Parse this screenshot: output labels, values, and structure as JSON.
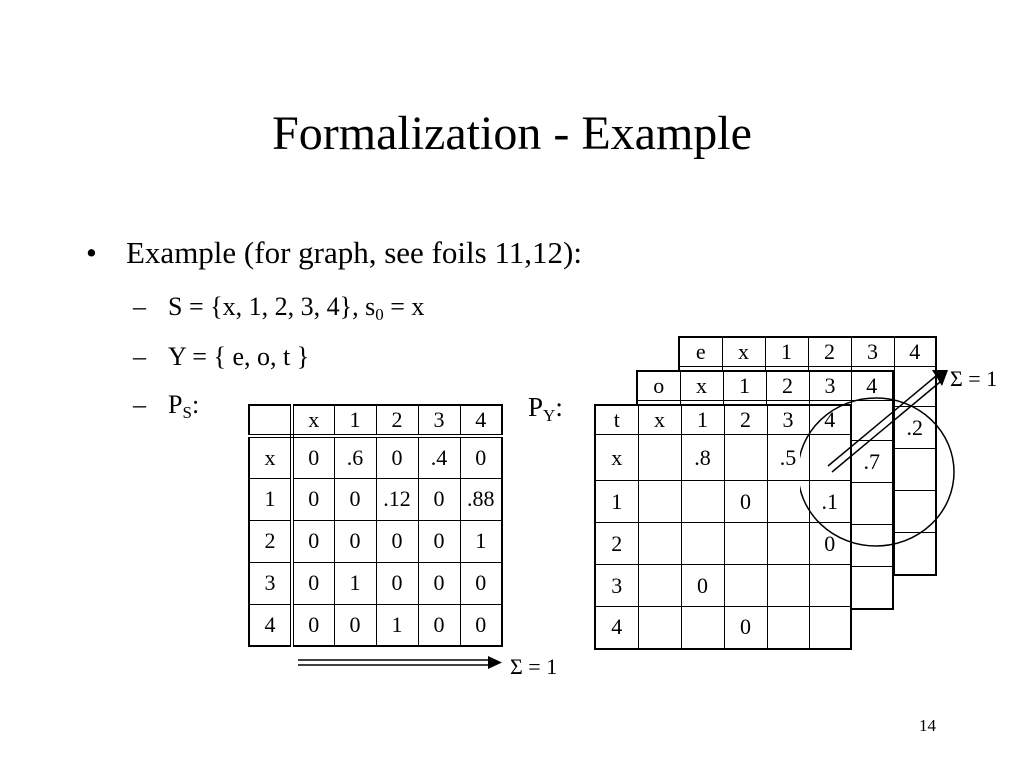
{
  "title": "Formalization - Example",
  "bullet": {
    "symbol": "•",
    "text": "Example (for graph, see foils 11,12):"
  },
  "sub_bullets": {
    "dash": "–",
    "s_line": {
      "prefix": "S = {x, 1, 2, 3, 4}, s",
      "subscript": "0",
      "suffix": " = x"
    },
    "y_line": "Y = { e, o, t }",
    "ps_line": {
      "letter": "P",
      "subscript": "S",
      "suffix": ":"
    }
  },
  "py_label": {
    "letter": "P",
    "subscript": "Y",
    "suffix": ":"
  },
  "ps_table": {
    "header": [
      "",
      "x",
      "1",
      "2",
      "3",
      "4"
    ],
    "rows": [
      [
        "x",
        "0",
        ".6",
        "0",
        ".4",
        "0"
      ],
      [
        "1",
        "0",
        "0",
        ".12",
        "0",
        ".88"
      ],
      [
        "2",
        "0",
        "0",
        "0",
        "0",
        "1"
      ],
      [
        "3",
        "0",
        "1",
        "0",
        "0",
        "0"
      ],
      [
        "4",
        "0",
        "0",
        "1",
        "0",
        "0"
      ]
    ]
  },
  "py_tables": {
    "e": {
      "corner": "e",
      "header": [
        "x",
        "1",
        "2",
        "3",
        "4"
      ],
      "values": [
        ".2"
      ]
    },
    "o": {
      "corner": "o",
      "header": [
        "x",
        "1",
        "2",
        "3",
        "4"
      ],
      "values": [
        ".7"
      ]
    },
    "t": {
      "corner": "t",
      "header": [
        "x",
        "1",
        "2",
        "3",
        "4"
      ],
      "row_labels": [
        "x",
        "1",
        "2",
        "3",
        "4"
      ],
      "values": [
        ".8",
        ".5",
        "0",
        ".1",
        "0",
        "0",
        "0"
      ]
    }
  },
  "sum_labels": {
    "rows": "Σ = 1",
    "layers": "Σ = 1"
  },
  "page_number": "14"
}
